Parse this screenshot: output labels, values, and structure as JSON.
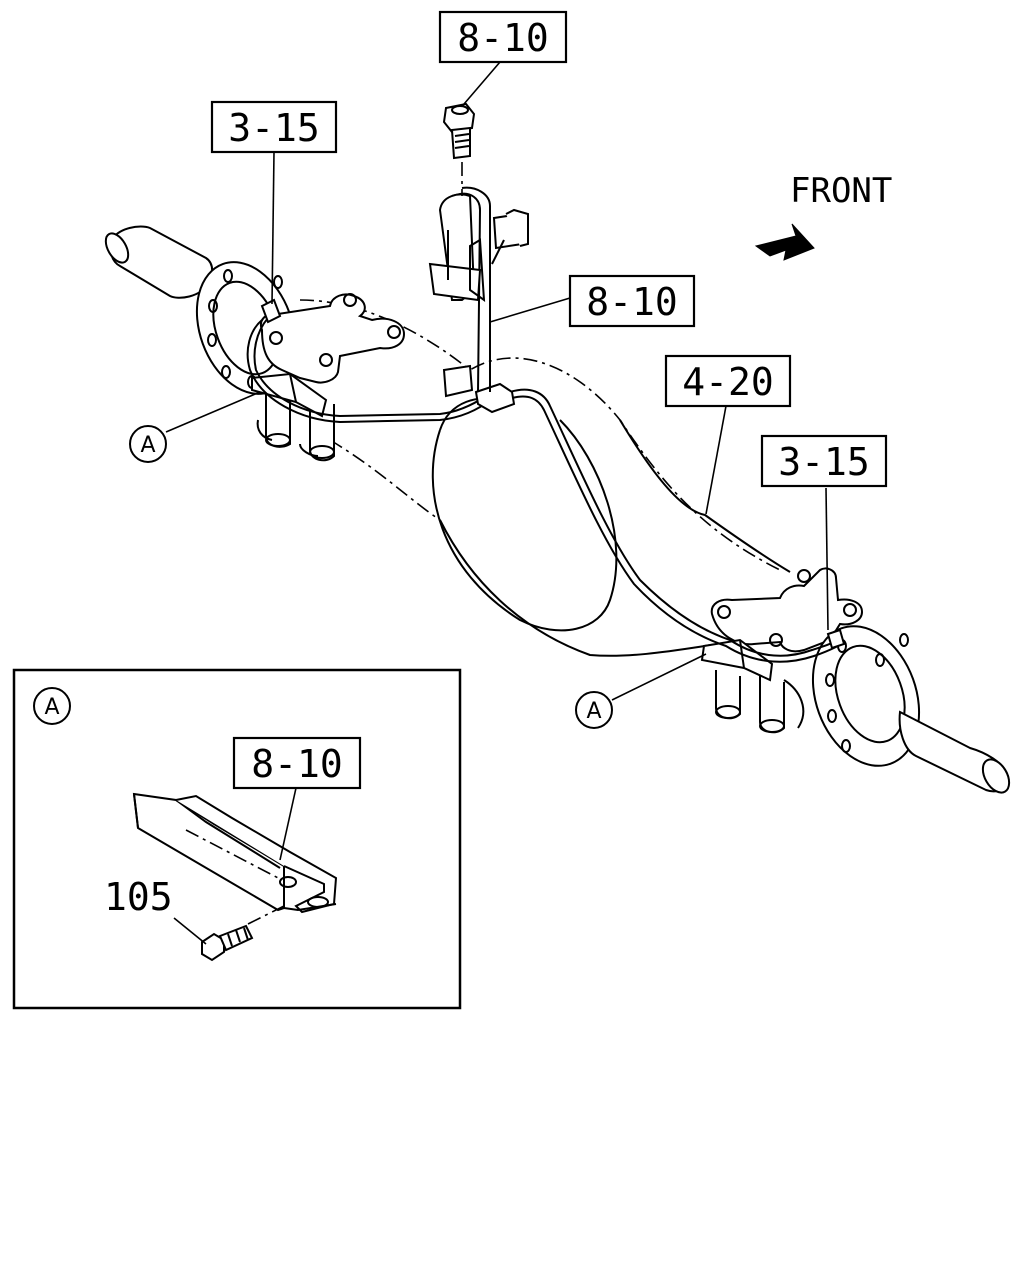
{
  "labels": {
    "top_bolt_ref": "8-10",
    "left_hub_ref": "3-15",
    "hose_ref": "8-10",
    "axle_ref": "4-20",
    "right_hub_ref": "3-15",
    "detail_bracket_ref": "8-10",
    "detail_bolt_part": "105"
  },
  "front_label": "FRONT",
  "detail_markers": {
    "left": "A",
    "right": "A",
    "inset_title": "A"
  }
}
